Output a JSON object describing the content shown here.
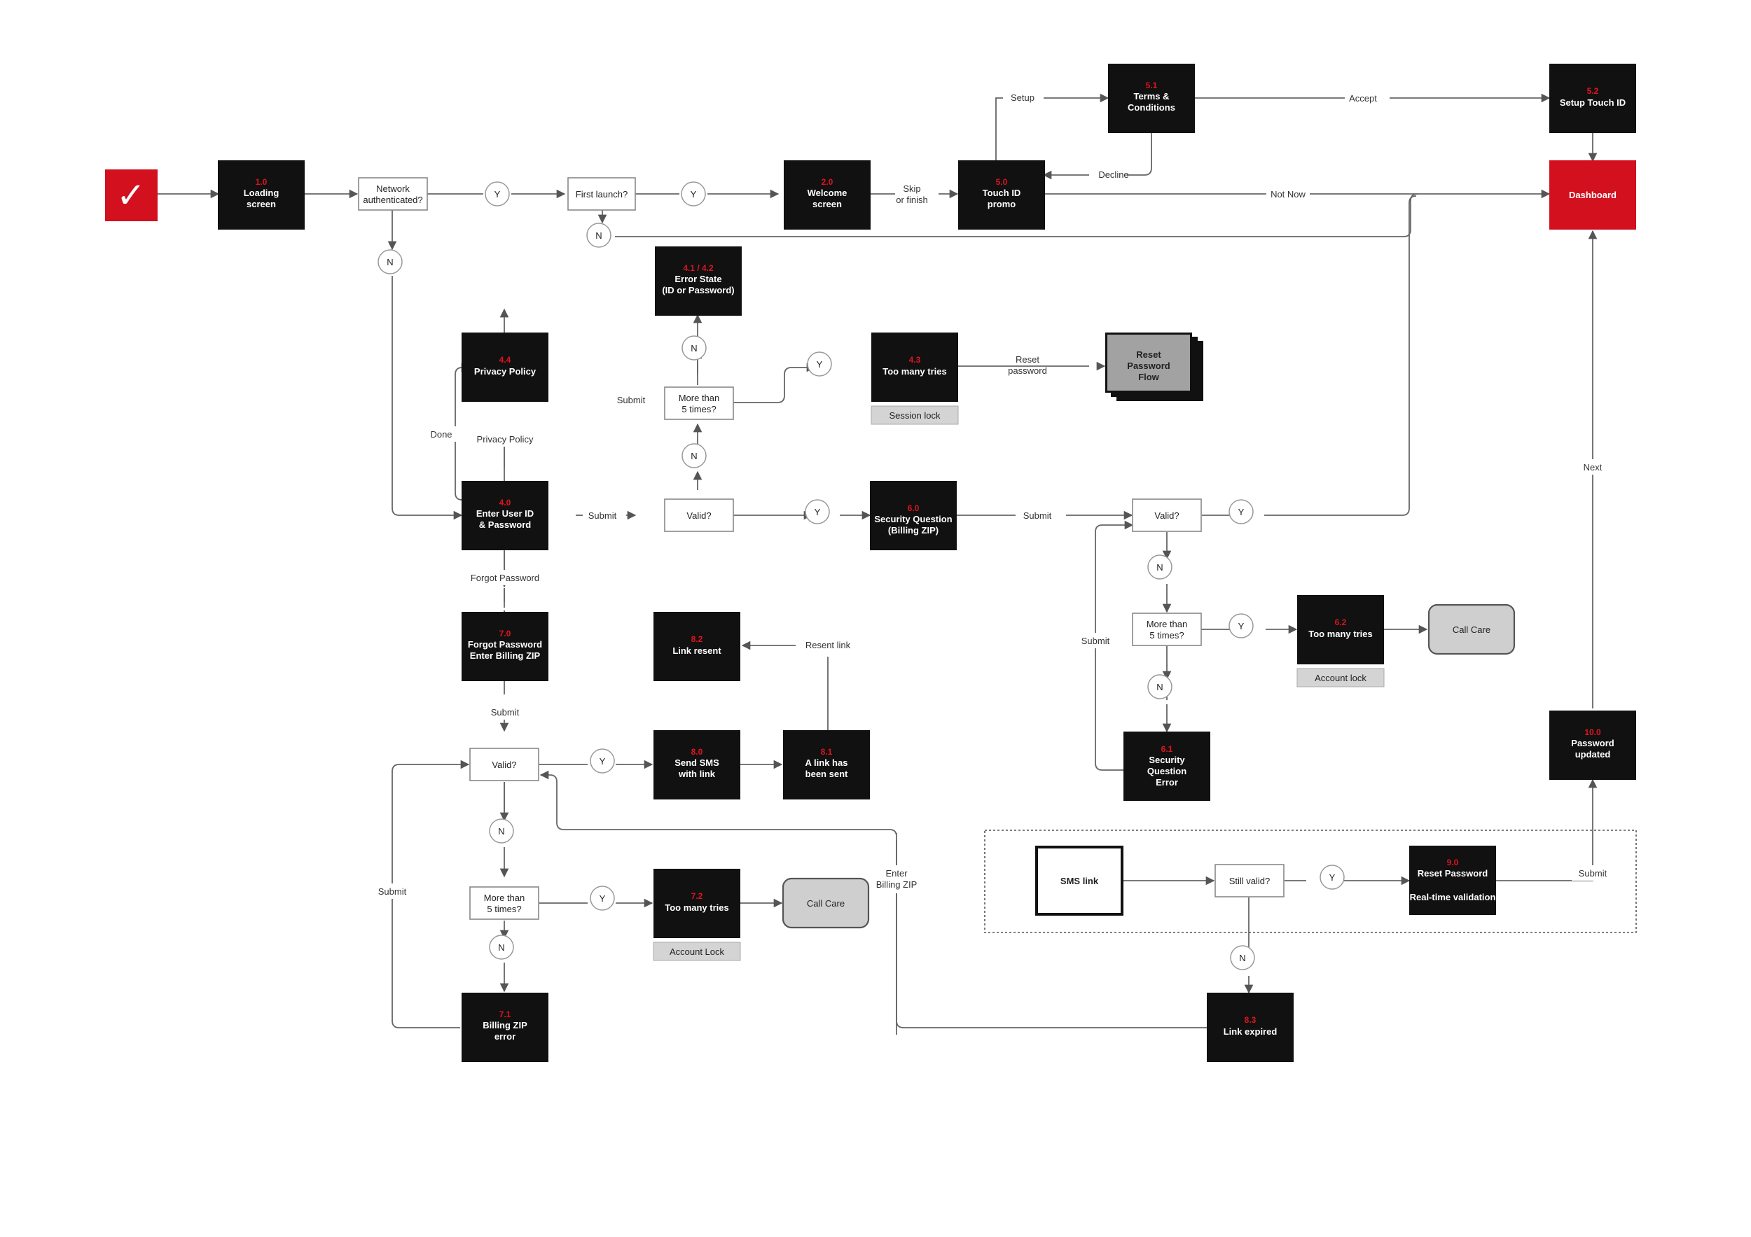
{
  "colors": {
    "accent": "#d2101e",
    "node": "#111111"
  },
  "start": {
    "icon": "checkmark-icon",
    "glyph": "✓"
  },
  "nodes": {
    "n1_0": {
      "num": "1.0",
      "l1": "Loading",
      "l2": "screen"
    },
    "n2_0": {
      "num": "2.0",
      "l1": "Welcome",
      "l2": "screen"
    },
    "n5_0": {
      "num": "5.0",
      "l1": "Touch ID",
      "l2": "promo"
    },
    "n5_1": {
      "num": "5.1",
      "l1": "Terms &",
      "l2": "Conditions"
    },
    "n5_2": {
      "num": "5.2",
      "l1": "Setup Touch ID"
    },
    "dashboard": {
      "l1": "Dashboard"
    },
    "n4_12": {
      "num": "4.1 / 4.2",
      "l1": "Error State",
      "l2": "(ID or Password)"
    },
    "n4_4": {
      "num": "4.4",
      "l1": "Privacy Policy"
    },
    "n4_3": {
      "num": "4.3",
      "l1": "Too many tries"
    },
    "reset_flow": {
      "l1": "Reset",
      "l2": "Password",
      "l3": "Flow"
    },
    "n4_0": {
      "num": "4.0",
      "l1": "Enter User ID",
      "l2": "& Password"
    },
    "n6_0": {
      "num": "6.0",
      "l1": "Security Question",
      "l2": "(Billing ZIP)"
    },
    "n6_2": {
      "num": "6.2",
      "l1": "Too many tries"
    },
    "n6_1": {
      "num": "6.1",
      "l1": "Security",
      "l2": "Question",
      "l3": "Error"
    },
    "n7_0": {
      "num": "7.0",
      "l1": "Forgot Password",
      "l2": "Enter Billing ZIP"
    },
    "n8_2": {
      "num": "8.2",
      "l1": "Link resent"
    },
    "n8_0": {
      "num": "8.0",
      "l1": "Send SMS",
      "l2": "with link"
    },
    "n8_1": {
      "num": "8.1",
      "l1": "A link has",
      "l2": "been sent"
    },
    "n7_2": {
      "num": "7.2",
      "l1": "Too many tries"
    },
    "n7_1": {
      "num": "7.1",
      "l1": "Billing ZIP",
      "l2": "error"
    },
    "n8_3": {
      "num": "8.3",
      "l1": "Link expired"
    },
    "n9_0": {
      "num": "9.0",
      "l1": "Reset Password",
      "l2": "Real-time validation"
    },
    "n10_0": {
      "num": "10.0",
      "l1": "Password",
      "l2": "updated"
    },
    "sms_link": {
      "l1": "SMS link"
    }
  },
  "decisions": {
    "network": {
      "l1": "Network",
      "l2": "authenticated?"
    },
    "first_launch": {
      "l1": "First launch?"
    },
    "more5_login": {
      "l1": "More than",
      "l2": "5 times?"
    },
    "valid_login": {
      "l1": "Valid?"
    },
    "valid_sec": {
      "l1": "Valid?"
    },
    "more5_sec": {
      "l1": "More than",
      "l2": "5 times?"
    },
    "valid_zip": {
      "l1": "Valid?"
    },
    "more5_zip": {
      "l1": "More than",
      "l2": "5 times?"
    },
    "still_valid": {
      "l1": "Still valid?"
    }
  },
  "tags": {
    "session_lock": "Session lock",
    "account_lock": "Account lock",
    "account_lock_2": "Account Lock"
  },
  "care": {
    "call_care": "Call Care"
  },
  "yes": "Y",
  "no": "N",
  "edges": {
    "setup": "Setup",
    "accept": "Accept",
    "decline": "Decline",
    "skip1": "Skip",
    "skip2": "or finish",
    "not_now": "Not Now",
    "submit": "Submit",
    "reset1": "Reset",
    "reset2": "password",
    "done": "Done",
    "privacy_policy": "Privacy Policy",
    "forgot_password": "Forgot Password",
    "resent_link": "Resent link",
    "enter_zip1": "Enter",
    "enter_zip2": "Billing ZIP",
    "next": "Next"
  }
}
